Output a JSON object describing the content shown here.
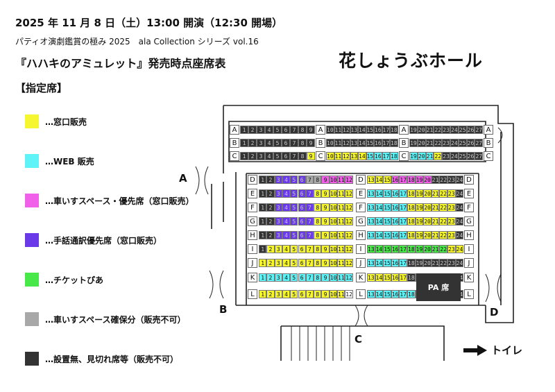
{
  "header": {
    "date_line": "2025 年 11 月 8 日（土）13:00 開演（12:30 開場）",
    "series_line": "パティオ演劇鑑賞の極み 2025　ala Collection シリーズ vol.16",
    "title_line": "『ハハキのアミュレット』発売時点座席表",
    "section_label": "【指定席】",
    "hall_name": "花しょうぶホール"
  },
  "colors": {
    "box_office": "#f5f530",
    "web": "#5ef3f6",
    "wheelchair": "#f060e8",
    "sign": "#6a3ae8",
    "ticket_pia": "#48e848",
    "reserve": "#a8a8a8",
    "none": "#333333"
  },
  "legend": [
    {
      "color_key": "box_office",
      "label": "…窓口販売"
    },
    {
      "color_key": "web",
      "label": "…WEB 販売"
    },
    {
      "color_key": "wheelchair",
      "label": "…車いすスペース・優先席（窓口販売）"
    },
    {
      "color_key": "sign",
      "label": "…手話通訳優先席（窓口販売）"
    },
    {
      "color_key": "ticket_pia",
      "label": "…チケットぴあ"
    },
    {
      "color_key": "reserve",
      "label": "…車いすスペース確保分（販売不可）"
    },
    {
      "color_key": "none",
      "label": "…設置無、見切れ席等（販売不可）"
    }
  ],
  "doors": {
    "a": "A",
    "b": "B",
    "c": "C",
    "d": "D"
  },
  "pa_label": "PA 席",
  "toilet_label": "トイレ",
  "rows": {
    "upper": [
      "A",
      "B",
      "C"
    ],
    "lower": [
      "D",
      "E",
      "F",
      "G",
      "H",
      "I",
      "J",
      "K",
      "L"
    ]
  }
}
